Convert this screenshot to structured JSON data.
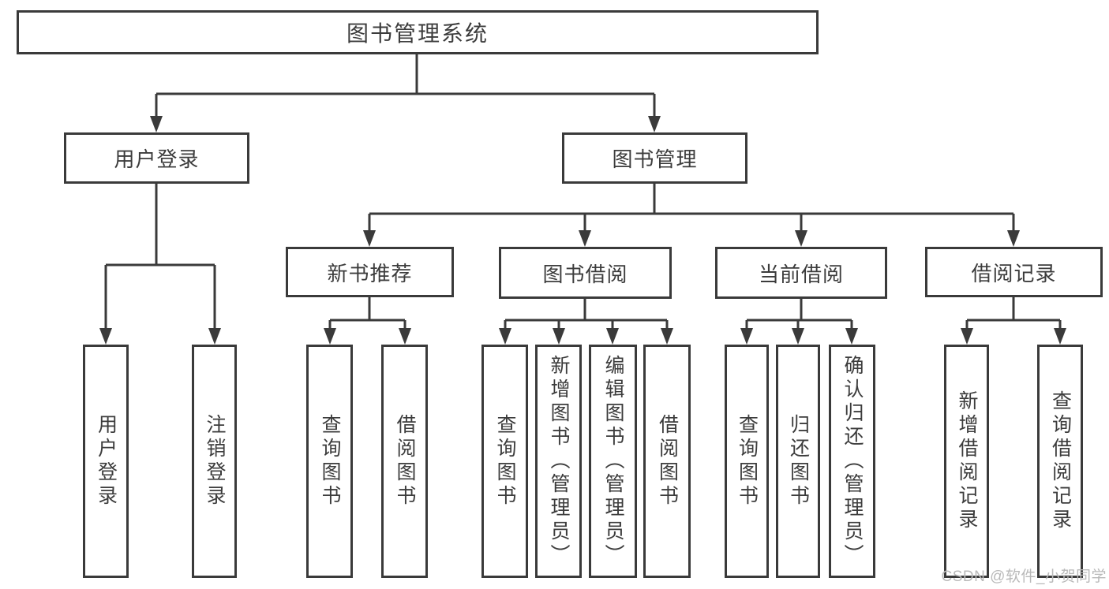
{
  "diagram": {
    "type": "tree",
    "root": {
      "label": "图书管理系统"
    },
    "children": [
      {
        "label": "用户登录",
        "children": [
          {
            "label": "用户登录"
          },
          {
            "label": "注销登录"
          }
        ]
      },
      {
        "label": "图书管理",
        "children": [
          {
            "label": "新书推荐",
            "children": [
              {
                "label": "查询图书"
              },
              {
                "label": "借阅图书"
              }
            ]
          },
          {
            "label": "图书借阅",
            "children": [
              {
                "label": "查询图书"
              },
              {
                "label": "新增图书（管理员）"
              },
              {
                "label": "编辑图书（管理员）"
              },
              {
                "label": "借阅图书"
              }
            ]
          },
          {
            "label": "当前借阅",
            "children": [
              {
                "label": "查询图书"
              },
              {
                "label": "归还图书"
              },
              {
                "label": "确认归还（管理员）"
              }
            ]
          },
          {
            "label": "借阅记录",
            "children": [
              {
                "label": "新增借阅记录"
              },
              {
                "label": "查询借阅记录"
              }
            ]
          }
        ]
      }
    ],
    "colors": {
      "line": "#3a3a3a",
      "box_border": "#3a3a3a",
      "box_fill": "#ffffff",
      "text": "#3c3c3c",
      "watermark": "#b9b9b9",
      "background": "#ffffff"
    }
  },
  "watermark": {
    "text": "CSDN @软件_小贺同学"
  }
}
